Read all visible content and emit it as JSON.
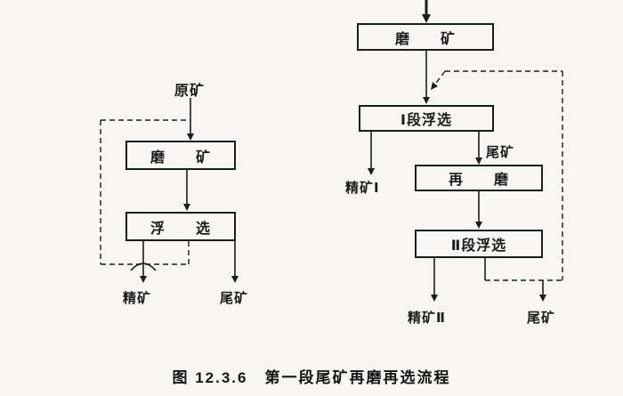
{
  "colors": {
    "ink": "#1c1c1c",
    "paper": "#f7f6f2"
  },
  "caption": "图 12.3.6　第一段尾矿再磨再选流程",
  "left_chart": {
    "feed_label": "原矿",
    "grind_box": "磨　　矿",
    "flotation_box": "浮　　选",
    "concentrate_label": "精矿",
    "tailings_label": "尾矿"
  },
  "right_chart": {
    "grind_box": "磨　　矿",
    "stage1_flotation_box": "Ⅰ段浮选",
    "regrind_box": "再　　磨",
    "stage2_flotation_box": "Ⅱ段浮选",
    "concentrate1_label": "精矿Ⅰ",
    "mid_tailings_label": "尾矿",
    "concentrate2_label": "精矿Ⅱ",
    "final_tailings_label": "尾矿"
  }
}
